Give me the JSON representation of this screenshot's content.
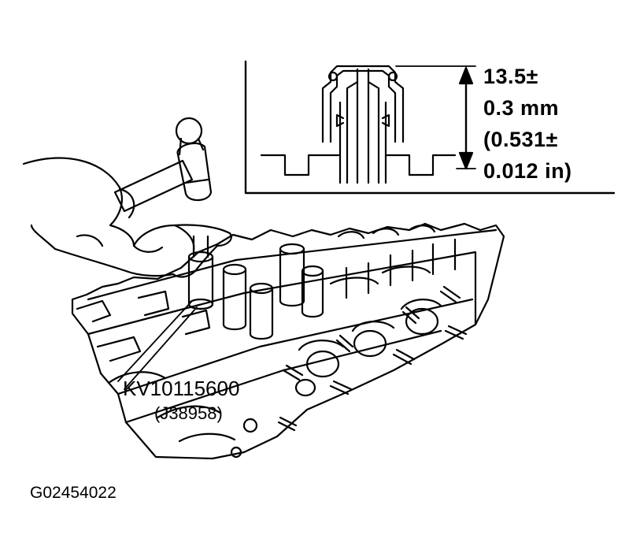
{
  "inset": {
    "dimension_lines": [
      "13.5±",
      "0.3  mm",
      "(0.531±",
      "0.012  in)"
    ]
  },
  "tool": {
    "part_number": "KV10115600",
    "alt_number": "(J38958)"
  },
  "figure_id": "G02454022",
  "colors": {
    "ink": "#000000",
    "paper": "#ffffff"
  }
}
